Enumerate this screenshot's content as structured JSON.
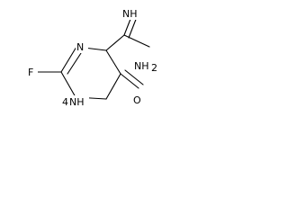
{
  "molecule": {
    "atoms": {
      "fluorine": "F",
      "ring_nitrogen_top": "N",
      "ring_nh": "NH",
      "ring_nh_prefix": "4",
      "imine_nh": "NH",
      "amine_nh2": "NH",
      "amine_nh2_sub": "2",
      "carbonyl_o": "O"
    }
  }
}
